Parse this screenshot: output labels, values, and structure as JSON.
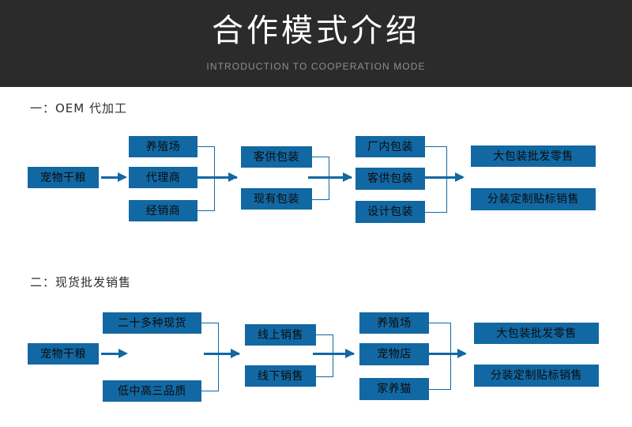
{
  "header": {
    "title": "合作模式介绍",
    "subtitle": "INTRODUCTION TO COOPERATION MODE",
    "background_color": "#2b2b2b",
    "title_color": "#ffffff",
    "subtitle_color": "#8f8f8f"
  },
  "theme": {
    "box_color": "#1268a3",
    "box_text_color": "#0b0b0b",
    "page_background": "#ffffff",
    "heading_color": "#2e2e2e"
  },
  "sections": [
    {
      "heading": "一：OEM 代加工",
      "columns": [
        {
          "boxes": [
            "宠物干粮"
          ]
        },
        {
          "boxes": [
            "养殖场",
            "代理商",
            "经销商"
          ]
        },
        {
          "boxes": [
            "客供包装",
            "现有包装"
          ]
        },
        {
          "boxes": [
            "厂内包装",
            "客供包装",
            "设计包装"
          ]
        },
        {
          "boxes": [
            "大包装批发零售",
            "分装定制贴标销售"
          ]
        }
      ]
    },
    {
      "heading": "二：现货批发销售",
      "columns": [
        {
          "boxes": [
            "宠物干粮"
          ]
        },
        {
          "boxes": [
            "二十多种现货",
            "低中高三品质"
          ]
        },
        {
          "boxes": [
            "线上销售",
            "线下销售"
          ]
        },
        {
          "boxes": [
            "养殖场",
            "宠物店",
            "家养猫"
          ]
        },
        {
          "boxes": [
            "大包装批发零售",
            "分装定制贴标销售"
          ]
        }
      ]
    }
  ]
}
